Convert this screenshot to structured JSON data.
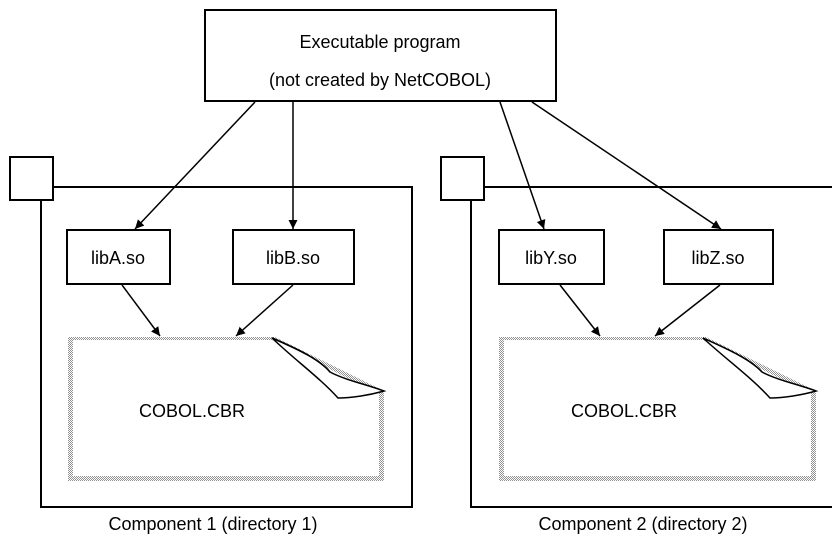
{
  "diagram": {
    "exe_box": {
      "line1": "Executable program",
      "line2": "(not created by NetCOBOL)"
    },
    "component1": {
      "caption": "Component 1 (directory 1)",
      "lib_a": "libA.so",
      "lib_b": "libB.so",
      "file": "COBOL.CBR"
    },
    "component2": {
      "caption": "Component 2 (directory 2)",
      "lib_y": "libY.so",
      "lib_z": "libZ.so",
      "file": "COBOL.CBR"
    }
  },
  "colors": {
    "line": "#000000",
    "background": "#ffffff",
    "doc_shadow": "#a0a0a0"
  }
}
